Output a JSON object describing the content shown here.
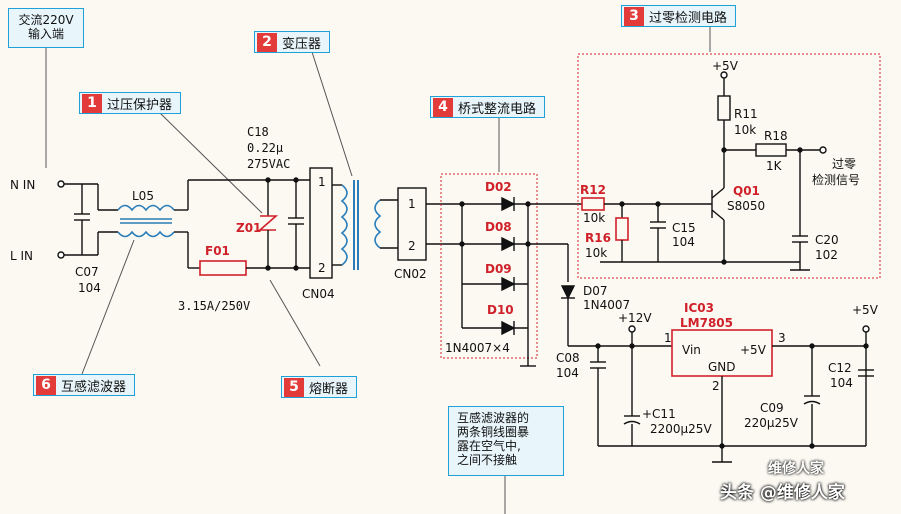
{
  "input_box": {
    "line1": "交流220V",
    "line2": "输入端"
  },
  "callouts": [
    {
      "num": "1",
      "label": "过压保护器"
    },
    {
      "num": "2",
      "label": "变压器"
    },
    {
      "num": "3",
      "label": "过零检测电路"
    },
    {
      "num": "4",
      "label": "桥式整流电路"
    },
    {
      "num": "5",
      "label": "熔断器"
    },
    {
      "num": "6",
      "label": "互感滤波器"
    }
  ],
  "note_box": {
    "line1": "互感滤波器的",
    "line2": "两条铜线圈暴",
    "line3": "露在空气中,",
    "line4": "之间不接触"
  },
  "terminals": {
    "n_in": "N IN",
    "l_in": "L IN"
  },
  "components": {
    "c18_name": "C18",
    "c18_val1": "0.22μ",
    "c18_val2": "275VAC",
    "l05": "L05",
    "c07_name": "C07",
    "c07_val": "104",
    "z01": "Z01",
    "f01": "F01",
    "f01_val": "3.15A/250V",
    "cn04": "CN04",
    "cn04_p1": "1",
    "cn04_p2": "2",
    "cn02": "CN02",
    "cn02_p1": "1",
    "cn02_p2": "2",
    "d02": "D02",
    "d08": "D08",
    "d09": "D09",
    "d10": "D10",
    "diode_note": "1N4007×4",
    "d07_name": "D07",
    "d07_val": "1N4007",
    "r12_name": "R12",
    "r12_val": "10k",
    "r16_name": "R16",
    "r16_val": "10k",
    "c15_name": "C15",
    "c15_val": "104",
    "q01_name": "Q01",
    "q01_val": "S8050",
    "r11_name": "R11",
    "r11_val": "10k",
    "r18_name": "R18",
    "r18_val": "1K",
    "c20_name": "C20",
    "c20_val": "102",
    "vcc_top": "+5V",
    "zc_out1": "过零",
    "zc_out2": "检测信号",
    "ic_name": "IC03",
    "ic_part": "LM7805",
    "ic_vin": "Vin",
    "ic_vout": "+5V",
    "ic_gnd": "GND",
    "ic_p1": "1",
    "ic_p2": "2",
    "ic_p3": "3",
    "v12": "+12V",
    "v5": "+5V",
    "c08_name": "C08",
    "c08_val": "104",
    "c11": "+C11",
    "c11_val": "2200μ25V",
    "c09_name": "C09",
    "c09_val": "220μ25V",
    "c12_name": "C12",
    "c12_val": "104"
  },
  "watermark": {
    "line1": "维修人家",
    "line2": "头条 @维修人家"
  }
}
